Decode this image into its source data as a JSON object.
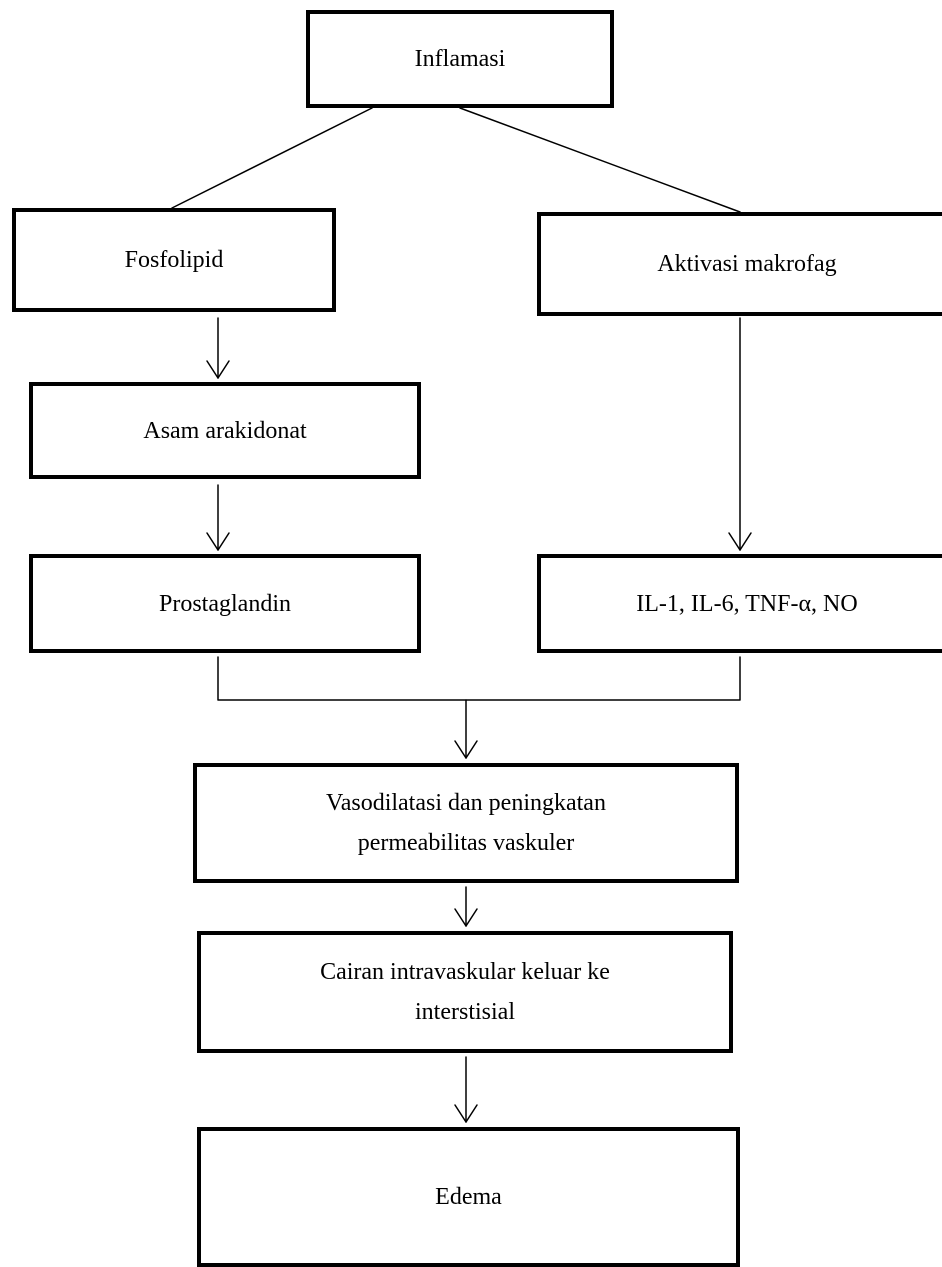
{
  "diagram": {
    "nodes": {
      "inflamasi": {
        "lines": [
          "Inflamasi"
        ]
      },
      "fosfolipid": {
        "lines": [
          "Fosfolipid"
        ]
      },
      "aktivasi_makrofag": {
        "lines": [
          "Aktivasi makrofag"
        ]
      },
      "asam_arakidonat": {
        "lines": [
          "Asam arakidonat"
        ]
      },
      "prostaglandin": {
        "lines": [
          "Prostaglandin"
        ]
      },
      "mediators": {
        "lines": [
          "IL-1, IL-6, TNF-α, NO"
        ]
      },
      "vasodilatasi": {
        "lines": [
          "Vasodilatasi dan peningkatan",
          "permeabilitas vaskuler"
        ]
      },
      "cairan": {
        "lines": [
          "Cairan intravaskular keluar ke",
          "interstisial"
        ]
      },
      "edema": {
        "lines": [
          "Edema"
        ]
      }
    },
    "edges": [
      {
        "from": "inflamasi",
        "to": "fosfolipid",
        "style": "line"
      },
      {
        "from": "inflamasi",
        "to": "aktivasi_makrofag",
        "style": "line"
      },
      {
        "from": "fosfolipid",
        "to": "asam_arakidonat",
        "style": "arrow"
      },
      {
        "from": "asam_arakidonat",
        "to": "prostaglandin",
        "style": "arrow"
      },
      {
        "from": "aktivasi_makrofag",
        "to": "mediators",
        "style": "arrow"
      },
      {
        "from": "prostaglandin",
        "to": "vasodilatasi",
        "style": "merge-arrow"
      },
      {
        "from": "mediators",
        "to": "vasodilatasi",
        "style": "merge-arrow"
      },
      {
        "from": "vasodilatasi",
        "to": "cairan",
        "style": "arrow"
      },
      {
        "from": "cairan",
        "to": "edema",
        "style": "arrow"
      }
    ]
  }
}
